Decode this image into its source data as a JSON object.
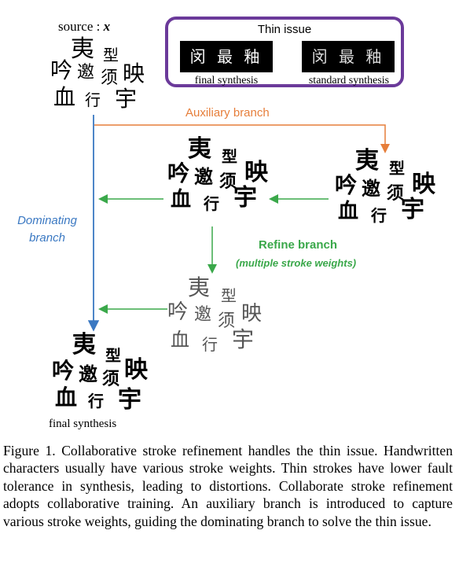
{
  "figure": {
    "source_label": "source : ",
    "source_var": "x",
    "thin_issue": {
      "title": "Thin issue",
      "left_sample": "闵 最 釉",
      "right_sample": "闵 最 釉",
      "left_label": "final synthesis",
      "right_label": "standard synthesis"
    },
    "auxiliary_label": "Auxiliary branch",
    "dominating_label_line1": "Dominating",
    "dominating_label_line2": "branch",
    "refine_label": "Refine branch",
    "refine_sub": "(multiple stroke weights)",
    "final_label": "final synthesis",
    "chars": [
      "夷",
      "型",
      "吟",
      "邀",
      "须",
      "映",
      "血",
      "行",
      "宇"
    ],
    "colors": {
      "purple": "#6b3a9a",
      "orange": "#e67e3a",
      "blue": "#3a78c2",
      "green": "#3aa84a"
    }
  },
  "caption": "Figure 1. Collaborative stroke refinement handles the thin issue. Handwritten characters usually have various stroke weights. Thin strokes have lower fault tolerance in synthesis, leading to distortions. Collaborate stroke refinement adopts collaborative training. An auxiliary branch is introduced to capture various stroke weights, guiding the dominating branch to solve the thin issue."
}
